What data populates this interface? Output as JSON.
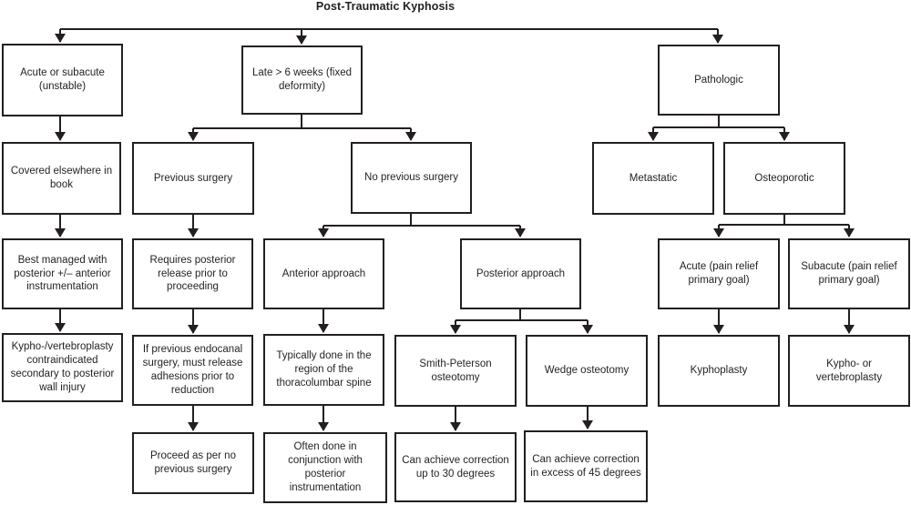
{
  "title": "Post-Traumatic Kyphosis",
  "colors": {
    "line": "#231f20",
    "text": "#231f20",
    "background": "#ffffff"
  },
  "nodes": {
    "acute_subacute": "Acute or subacute (unstable)",
    "covered_elsewhere": "Covered elsewhere in book",
    "best_managed": "Best managed with posterior +/– anterior instrumentation",
    "kypho_contraindicated": "Kypho-/vertebroplasty contraindicated secondary to posterior wall injury",
    "late_fixed": "Late > 6 weeks (fixed deformity)",
    "previous_surgery": "Previous surgery",
    "requires_release": "Requires posterior release prior to proceeding",
    "endocanal": "If previous endocanal surgery, must release adhesions prior to reduction",
    "proceed_no_previous": "Proceed as per no previous surgery",
    "no_previous_surgery": "No previous surgery",
    "anterior_approach": "Anterior approach",
    "posterior_approach": "Posterior approach",
    "thoracolumbar": "Typically done in the region of the thoracolumbar spine",
    "often_conjunction": "Often done in conjunction with posterior instrumentation",
    "smith_peterson": "Smith-Peterson osteotomy",
    "wedge_osteotomy": "Wedge osteotomy",
    "correction_30": "Can achieve correction up to 30 degrees",
    "correction_45": "Can achieve correction in excess of 45 degrees",
    "pathologic": "Pathologic",
    "metastatic": "Metastatic",
    "osteoporotic": "Osteoporotic",
    "acute_pain_relief": "Acute (pain relief primary goal)",
    "subacute_pain_relief": "Subacute (pain relief primary goal)",
    "kyphoplasty": "Kyphoplasty",
    "kypho_or_vertebroplasty": "Kypho- or vertebroplasty"
  },
  "edges": [
    [
      "title",
      "acute_subacute"
    ],
    [
      "title",
      "late_fixed"
    ],
    [
      "title",
      "pathologic"
    ],
    [
      "acute_subacute",
      "covered_elsewhere"
    ],
    [
      "covered_elsewhere",
      "best_managed"
    ],
    [
      "best_managed",
      "kypho_contraindicated"
    ],
    [
      "late_fixed",
      "previous_surgery"
    ],
    [
      "late_fixed",
      "no_previous_surgery"
    ],
    [
      "previous_surgery",
      "requires_release"
    ],
    [
      "requires_release",
      "endocanal"
    ],
    [
      "endocanal",
      "proceed_no_previous"
    ],
    [
      "no_previous_surgery",
      "anterior_approach"
    ],
    [
      "no_previous_surgery",
      "posterior_approach"
    ],
    [
      "anterior_approach",
      "thoracolumbar"
    ],
    [
      "thoracolumbar",
      "often_conjunction"
    ],
    [
      "posterior_approach",
      "smith_peterson"
    ],
    [
      "posterior_approach",
      "wedge_osteotomy"
    ],
    [
      "smith_peterson",
      "correction_30"
    ],
    [
      "wedge_osteotomy",
      "correction_45"
    ],
    [
      "pathologic",
      "metastatic"
    ],
    [
      "pathologic",
      "osteoporotic"
    ],
    [
      "osteoporotic",
      "acute_pain_relief"
    ],
    [
      "osteoporotic",
      "subacute_pain_relief"
    ],
    [
      "acute_pain_relief",
      "kyphoplasty"
    ],
    [
      "subacute_pain_relief",
      "kypho_or_vertebroplasty"
    ]
  ]
}
